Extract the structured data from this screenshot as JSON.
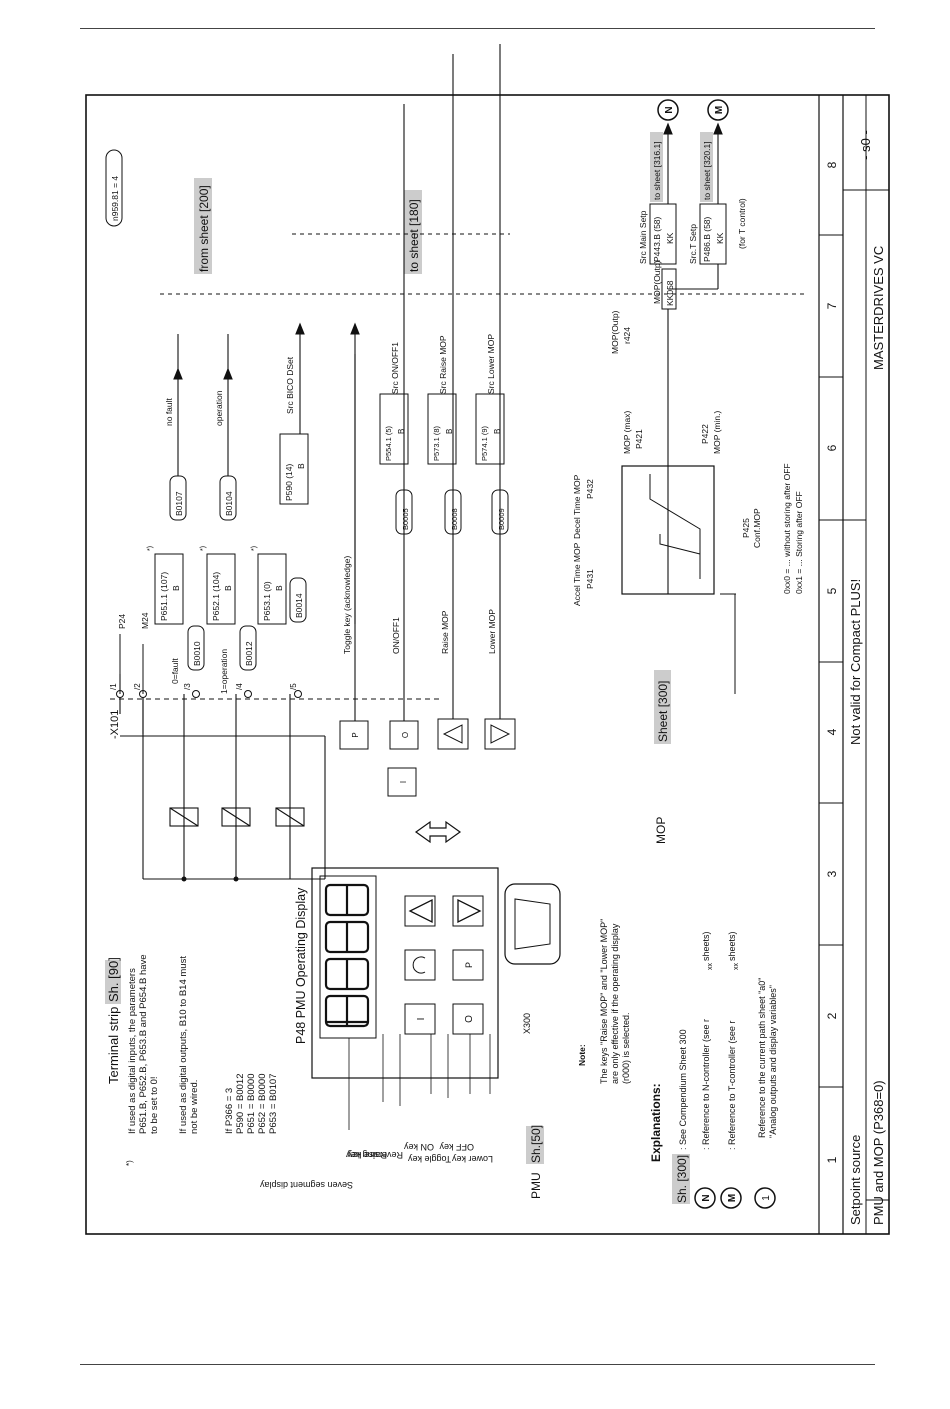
{
  "title_block": {
    "title_line1": "Setpoint source",
    "title_line2": "PMU and MOP (P368=0)",
    "not_valid": "Not valid for Compact PLUS!",
    "product": "MASTERDRIVES VC",
    "sheet_code": "- s0 -",
    "columns": [
      "1",
      "2",
      "3",
      "4",
      "5",
      "6",
      "7",
      "8"
    ]
  },
  "left": {
    "terminal_strip": "Terminal strip",
    "terminal_strip_ref": "Sh. [90]",
    "star": "*)",
    "note_digital_inputs": [
      "If used as digital inputs, the parameters",
      "P651.B, P652.B, P653.B and P654.B have",
      "to be set to 0!"
    ],
    "note_digital_outputs": [
      "If used as digital outputs, B10 to B14  must",
      "not be wired."
    ],
    "p366": [
      "If P366 = 3",
      "P590 = B0012",
      "P651 = B0000",
      "P652 = B0000",
      "P653 = B0107"
    ],
    "pmu_title": "P48 PMU Operating Display",
    "pmu_labels": [
      "Seven segment display",
      "Raise key",
      "Reversing key",
      "ON key",
      "Toggle key",
      "OFF key",
      "Lower key"
    ],
    "x300": "X300",
    "pmu": "PMU",
    "pmu_ref": "Sh.[50]",
    "note_head": "Note:",
    "note_text": [
      "The keys \"Raise MOP\" and \"Lower MOP\"",
      "are only effective if the operating display",
      "(r000) is selected."
    ],
    "explanations": "Explanations:",
    "exp_sh": "Sh. [300]",
    "exp_sh_text": ":   See Compendium   Sheet 300",
    "exp_n_text": ":   Reference to N-controller (see r",
    "exp_m_text": ":   Reference to T-controller (see r",
    "exp_1_text": [
      "Reference to the current path sheet \"a0\"",
      "\"Analog outputs and display variables\""
    ],
    "sub_xx": "xx",
    "sheets": "sheets)",
    "sym_n": "N",
    "sym_m": "M",
    "sym_1": "1"
  },
  "middle": {
    "x101": "-X101",
    "terminals": [
      "/1",
      "/2",
      "/3",
      "/4",
      "/5"
    ],
    "p24": "P24",
    "m24": "M24",
    "fault0": "0=fault",
    "op1": "1=operation",
    "p651": "P651.1 (107)",
    "p652": "P652.1 (104)",
    "p653": "P653.1 (0)",
    "b": "B",
    "b0010": "B0010",
    "b0012": "B0012",
    "b0014": "B0014",
    "b0107": "B0107",
    "b0104": "B0104",
    "p590": "P590 (14)",
    "no_fault": "no fault",
    "operation": "operation",
    "src_bico": "Src BICO DSet",
    "n959": "n959.81 = 4",
    "from_sheet": "from sheet [200]",
    "to_sheet": "to sheet [180]",
    "toggle_key": "Toggle key (acknowledge)",
    "on_off1": "ON/OFF1",
    "raise_mop": "Raise MOP",
    "lower_mop": "Lower MOP",
    "b0005": "B0005",
    "b0008": "B0008",
    "b0009": "B0009",
    "p554": "P554.1 (5)",
    "p573": "P573.1 (8)",
    "p574": "P574.1 (9)",
    "src_on": "Src ON/OFF1",
    "src_raise": "Src Raise MOP",
    "src_lower": "Src Lower MOP",
    "key_p": "P",
    "key_o": "O",
    "key_i": "I",
    "mop": "MOP",
    "sheet300": "Sheet [300]"
  },
  "right": {
    "accel": "Accel Time MOP",
    "p431": "P431",
    "decel": "Decel Time MOP",
    "p432": "P432",
    "conf_mop": "Conf.MOP",
    "p425": "P425",
    "conf_lines": [
      "0xx0 = ... without storing after OFF",
      "0xx1 = ... Storing after OFF"
    ],
    "mop_max": "MOP (max)",
    "p421": "P421",
    "mop_min": "MOP (min.)",
    "p422": "P422",
    "mop_outp": "MOP(Outp)",
    "r424": "r424",
    "mop_outp2": "MOP(Outp)",
    "kk058": "KK058",
    "src_main": "Src Main Setp",
    "p443": "P443.B (58)",
    "kk": "KK",
    "to_sheet_316": "to sheet [316.1]",
    "src_t": "Src.T Setp",
    "p486": "P486.B (58)",
    "to_sheet_320": "to sheet [320.1]",
    "for_t": "(for T control)",
    "sym_n": "N",
    "sym_m": "M"
  }
}
